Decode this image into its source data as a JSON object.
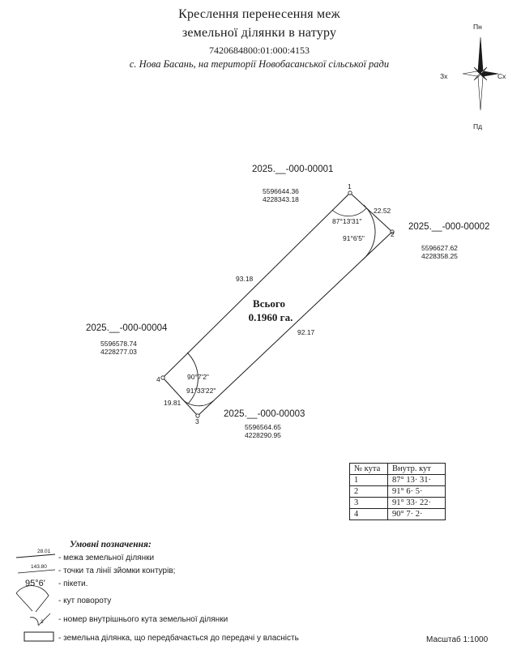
{
  "title": {
    "line1": "Креслення перенесення меж",
    "line2": "земельної ділянки в натуру",
    "cadastral_number": "7420684800:01:000:4153",
    "location": "с. Нова Басань, на території Новобасанської сільської ради"
  },
  "compass": {
    "north": "Пн",
    "south": "Пд",
    "west": "Зх",
    "east": "Сх"
  },
  "points": [
    {
      "number": "1",
      "id": "2025.__-000-00001",
      "x": "5596644.36",
      "y": "4228343.18"
    },
    {
      "number": "2",
      "id": "2025.__-000-00002",
      "x": "5596627.62",
      "y": "4228358.25"
    },
    {
      "number": "3",
      "id": "2025.__-000-00003",
      "x": "5596564.65",
      "y": "4228290.95"
    },
    {
      "number": "4",
      "id": "2025.__-000-00004",
      "x": "5596578.74",
      "y": "4228277.03"
    }
  ],
  "sides": {
    "s12": "22.52",
    "s23": "92.17",
    "s34": "19.81",
    "s41": "93.18"
  },
  "angles_on_plan": {
    "a1": "87°13'31\"",
    "a2": "91°6'5\"",
    "a3": "91°33'22\"",
    "a4": "90°7'2\""
  },
  "total": {
    "label": "Всього",
    "area": "0.1960 га."
  },
  "angles_table": {
    "headers": [
      "№ кута",
      "Внутр. кут"
    ],
    "rows": [
      {
        "n": "1",
        "v": "87° 13· 31·"
      },
      {
        "n": "2",
        "v": "91° 6· 5·"
      },
      {
        "n": "3",
        "v": "91° 33· 22·"
      },
      {
        "n": "4",
        "v": "90° 7· 2·"
      }
    ]
  },
  "legend": {
    "title": "Умовні позначення:",
    "sample_length": "28.01",
    "sample_length2": "143.80",
    "sample_angle": "95°6'",
    "sample_number": "3",
    "items": [
      "- межа земельної ділянки",
      "- точки та лінії зйомки контурів;",
      "- пікети.",
      "- кут повороту",
      "- номер внутрішнього кута земельної ділянки",
      "- земельна ділянка, що передбачається до передачі у власність"
    ]
  },
  "scale": "Масштаб 1:1000"
}
